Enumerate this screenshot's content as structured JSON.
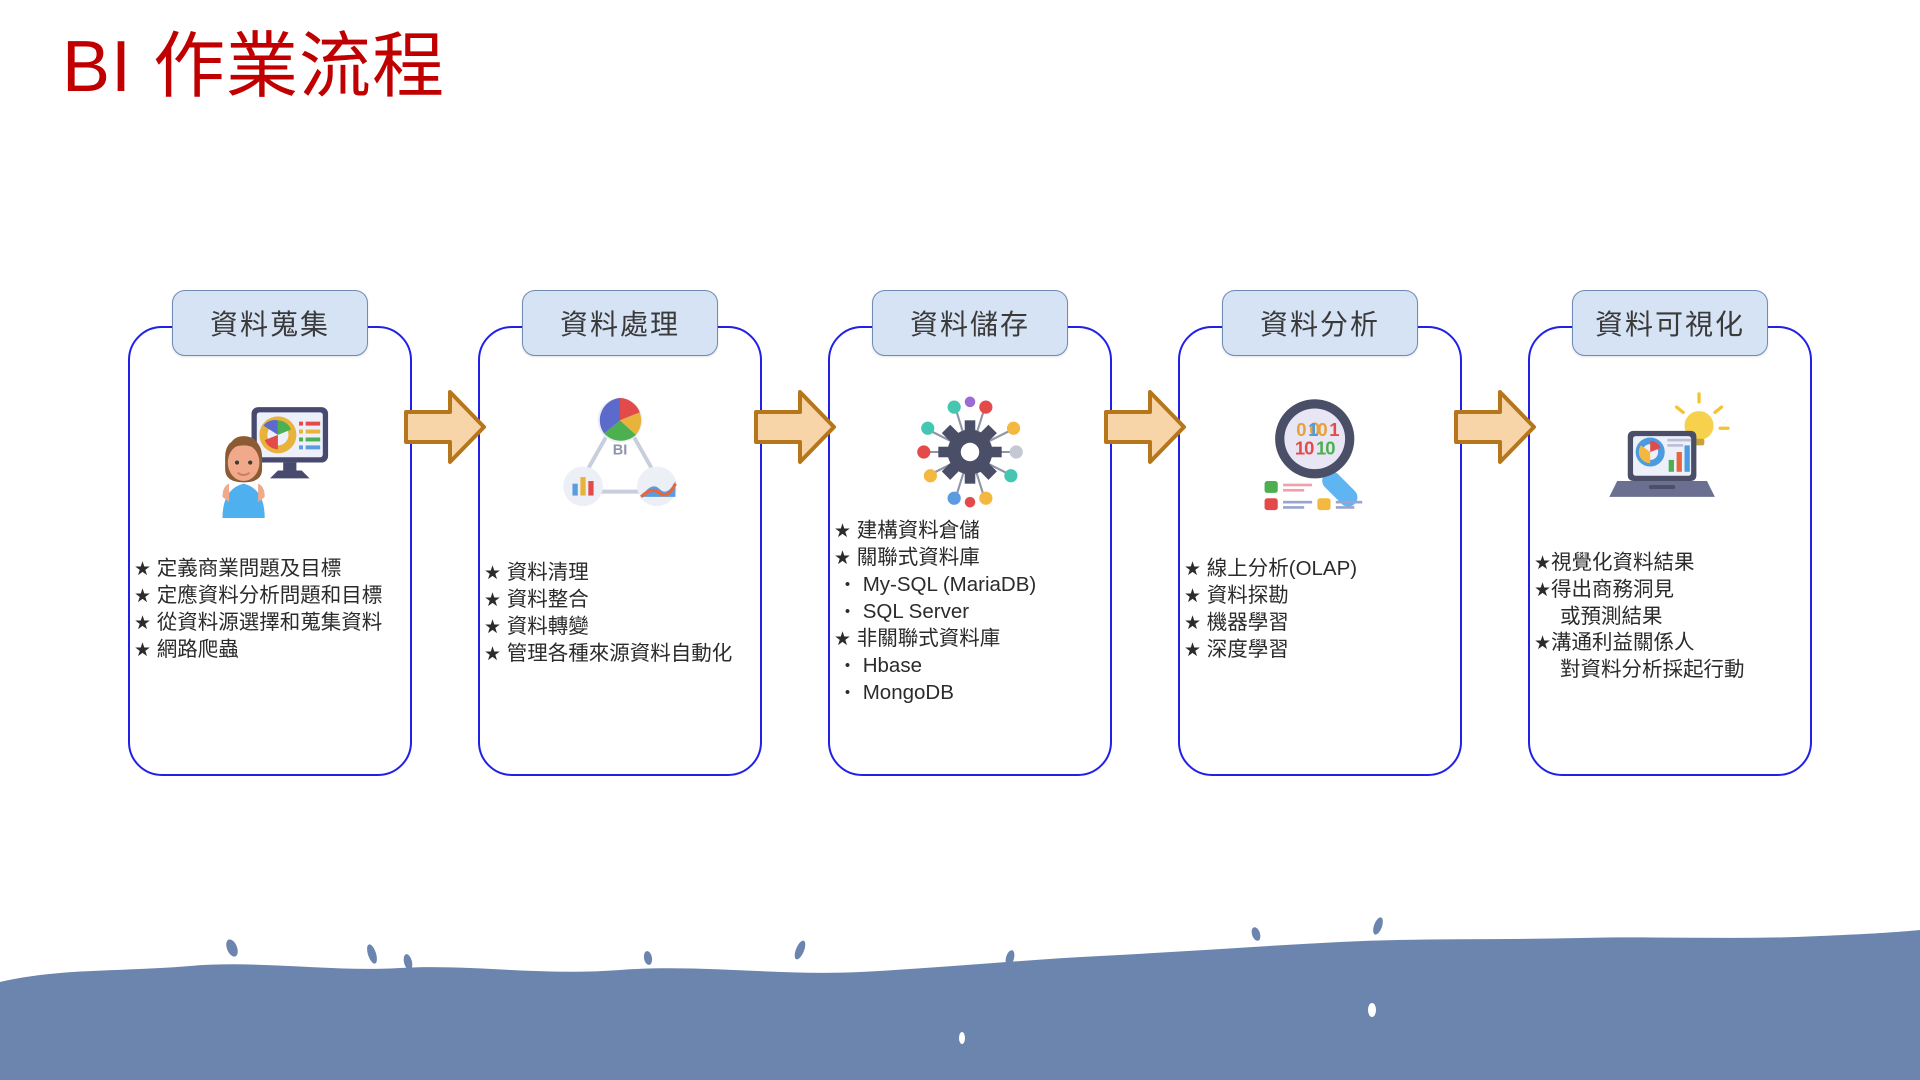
{
  "slide": {
    "title": "BI 作業流程",
    "title_color": "#C00000",
    "background_color": "#FFFFFF",
    "frame_color": "#2020E8",
    "chip_fill": "#D6E3F5",
    "chip_border": "#6F8BB5",
    "arrow_fill": "#F7D5A8",
    "arrow_border": "#B5761C",
    "brush_color": "#6C85AE"
  },
  "stages": [
    {
      "label": "資料蒐集",
      "icon": "analyst-person-monitor-icon",
      "bullets": [
        {
          "marker": "★",
          "text": "定義商業問題及目標",
          "level": 0
        },
        {
          "marker": "★",
          "text": "定應資料分析問題和目標",
          "level": 0
        },
        {
          "marker": "★",
          "text": "從資料源選擇和蒐集資料",
          "level": 0
        },
        {
          "marker": "★",
          "text": "網路爬蟲",
          "level": 0
        }
      ]
    },
    {
      "label": "資料處理",
      "icon": "bi-triangle-charts-icon",
      "bullets": [
        {
          "marker": "★",
          "text": "資料清理",
          "level": 0
        },
        {
          "marker": "★",
          "text": "資料整合",
          "level": 0
        },
        {
          "marker": "★",
          "text": "資料轉變",
          "level": 0
        },
        {
          "marker": "★",
          "text": "管理各種來源資料自動化",
          "level": 0
        }
      ]
    },
    {
      "label": "資料儲存",
      "icon": "gear-network-nodes-icon",
      "bullets": [
        {
          "marker": "★",
          "text": "建構資料倉儲",
          "level": 0
        },
        {
          "marker": "★",
          "text": "關聯式資料庫",
          "level": 0
        },
        {
          "marker": "・",
          "text": "My-SQL (MariaDB)",
          "level": 1
        },
        {
          "marker": "・",
          "text": "SQL Server",
          "level": 1
        },
        {
          "marker": "★",
          "text": "非關聯式資料庫",
          "level": 0
        },
        {
          "marker": "・",
          "text": "Hbase",
          "level": 1
        },
        {
          "marker": "・",
          "text": "MongoDB",
          "level": 1
        }
      ]
    },
    {
      "label": "資料分析",
      "icon": "magnifier-binary-icon",
      "bullets": [
        {
          "marker": "★",
          "text": "線上分析(OLAP)",
          "level": 0
        },
        {
          "marker": "★",
          "text": "資料探勘",
          "level": 0
        },
        {
          "marker": "★",
          "text": "機器學習",
          "level": 0
        },
        {
          "marker": "★",
          "text": "深度學習",
          "level": 0
        }
      ]
    },
    {
      "label": "資料可視化",
      "icon": "laptop-dashboard-bulb-icon",
      "bullets": [
        {
          "marker": "★",
          "text": "視覺化資料結果",
          "level": 0
        },
        {
          "marker": "★",
          "text": "得出商務洞見",
          "level": 0
        },
        {
          "marker": "",
          "text": "或預測結果",
          "level": 2
        },
        {
          "marker": "★",
          "text": "溝通利益關係人",
          "level": 0
        },
        {
          "marker": "",
          "text": "對資料分析採起行動",
          "level": 2
        }
      ]
    }
  ],
  "arrows": [
    {
      "name": "flow-arrow-1"
    },
    {
      "name": "flow-arrow-2"
    },
    {
      "name": "flow-arrow-3"
    },
    {
      "name": "flow-arrow-4"
    }
  ]
}
